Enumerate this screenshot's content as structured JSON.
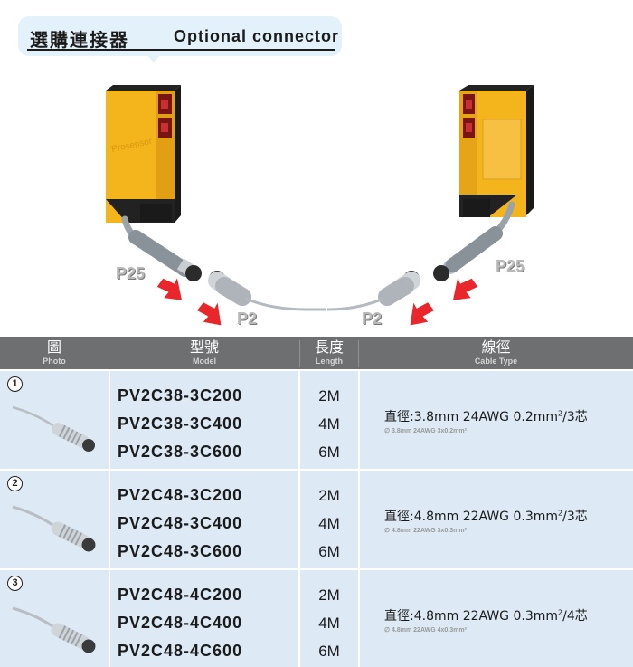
{
  "title": {
    "zh": "選購連接器",
    "en": "Optional connector"
  },
  "illustration": {
    "sensor_brand": "Prosensor",
    "labels": {
      "left_sensor": "P25",
      "left_connector": "P2",
      "right_connector": "P2",
      "right_sensor": "P25"
    }
  },
  "table": {
    "headers": [
      {
        "zh": "圖",
        "en": "Photo"
      },
      {
        "zh": "型號",
        "en": "Model"
      },
      {
        "zh": "長度",
        "en": "Length"
      },
      {
        "zh": "線徑",
        "en": "Cable Type"
      }
    ],
    "rows": [
      {
        "num": "1",
        "models": [
          "PV2C38-3C200",
          "PV2C38-3C400",
          "PV2C38-3C600"
        ],
        "lengths": [
          "2M",
          "4M",
          "6M"
        ],
        "cable_main": "直徑:3.8mm  24AWG  0.2mm",
        "cable_tail": "/3芯",
        "cable_sub": "∅ 3.8mm 24AWG 3x0.2mm²"
      },
      {
        "num": "2",
        "models": [
          "PV2C48-3C200",
          "PV2C48-3C400",
          "PV2C48-3C600"
        ],
        "lengths": [
          "2M",
          "4M",
          "6M"
        ],
        "cable_main": "直徑:4.8mm  22AWG  0.3mm",
        "cable_tail": "/3芯",
        "cable_sub": "∅ 4.8mm 22AWG 3x0.3mm²"
      },
      {
        "num": "3",
        "models": [
          "PV2C48-4C200",
          "PV2C48-4C400",
          "PV2C48-4C600"
        ],
        "lengths": [
          "2M",
          "4M",
          "6M"
        ],
        "cable_main": "直徑:4.8mm  22AWG  0.3mm",
        "cable_tail": "/4芯",
        "cable_sub": "∅ 4.8mm 22AWG 4x0.3mm²"
      }
    ],
    "superscript": "2"
  },
  "colors": {
    "sensor_yellow": "#f4b41c",
    "arrow_red": "#e8262b",
    "header_gray": "#6d6f71",
    "row_blue": "#dde9f4",
    "title_bg": "#e3f1fa"
  }
}
